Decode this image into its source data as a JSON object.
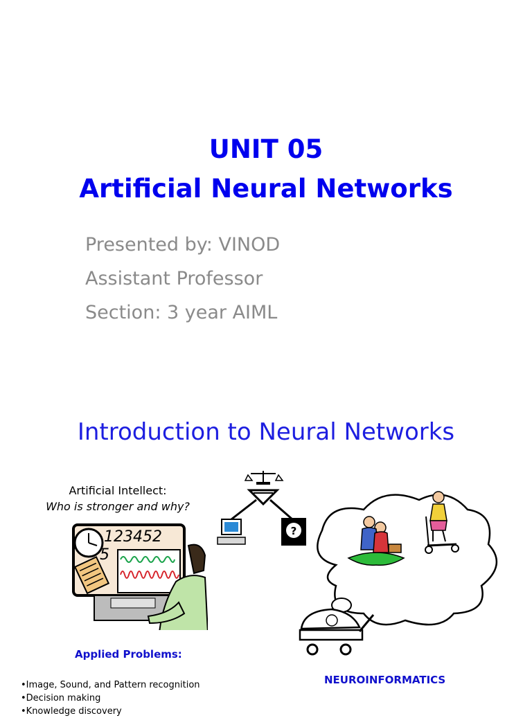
{
  "slide1": {
    "title_line1": "UNIT 05",
    "title_line2": "Artificial Neural Networks",
    "presenter": "Presented by: VINOD",
    "designation": "Assistant Professor",
    "section": "Section: 3 year AIML"
  },
  "slide2": {
    "title": "Introduction to Neural Networks",
    "ai_caption_line1": "Artificial Intellect:",
    "ai_caption_line2": "Who is stronger and why?",
    "computer_numbers": "123452",
    "computer_numbers2": "5",
    "head_symbol": "?",
    "applied_heading": "Applied Problems:",
    "problems": [
      "Image, Sound, and Pattern  recognition",
      "Decision  making",
      "Knowledge discovery"
    ],
    "neuro_heading": "NEUROINFORMATICS"
  },
  "colors": {
    "title_blue": "#0000ee",
    "subtitle_gray": "#8a8a8a",
    "label_blue": "#1010cc"
  }
}
